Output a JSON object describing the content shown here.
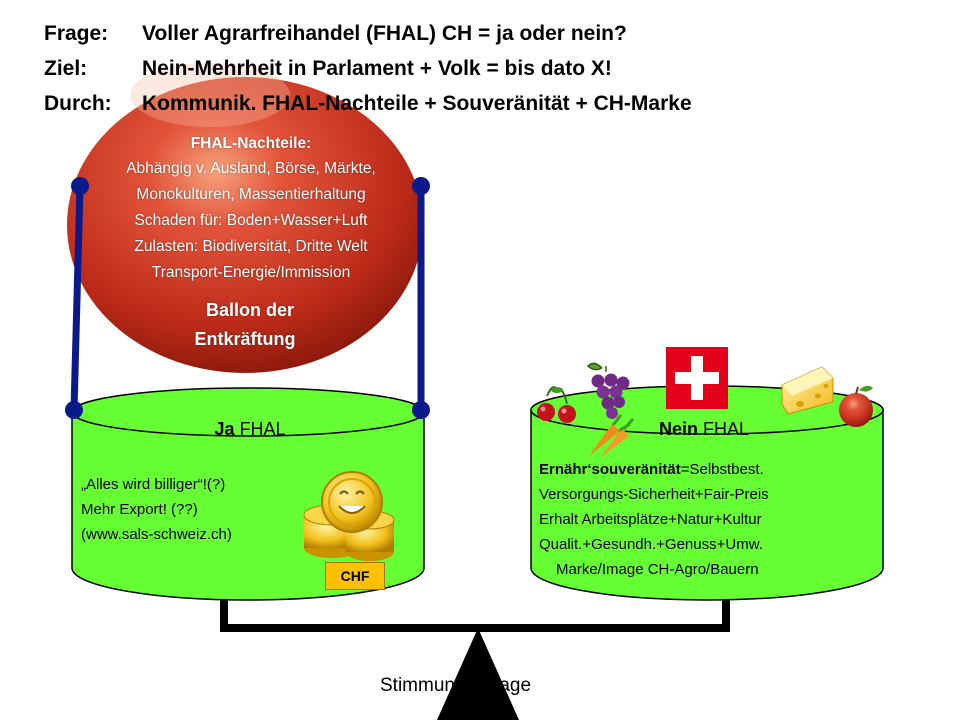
{
  "header": {
    "line1_key": "Frage:",
    "line1_text": "Voller Agrarfreihandel (FHAL) CH = ja oder nein?",
    "line2_key": "Ziel:",
    "line2_text": "Nein-Mehrheit in Parlament + Volk = bis dato X!",
    "line3_key": "Durch:",
    "line3_text": "Kommunik. FHAL-Nachteile + Souveränität + CH-Marke"
  },
  "balloon": {
    "heading": "FHAL-Nachteile:",
    "lines": [
      "Abhängig v. Ausland, Börse, Märkte,",
      "Monokulturen, Massentierhaltung",
      "Schaden für: Boden+Wasser+Luft",
      "Zulasten: Biodiversität, Dritte Welt",
      "Transport-Energie/Immission"
    ],
    "label_1": "Ballon der",
    "label_2": "Entkräftung"
  },
  "left_bowl": {
    "title_bold": "Ja",
    "title_rest": " FHAL",
    "lines": [
      "„Alles wird billiger“!(?)",
      "Mehr Export! (??)",
      "(www.sals-schweiz.ch)"
    ],
    "badge": "CHF"
  },
  "right_bowl": {
    "title_bold": "Nein",
    "title_rest": " FHAL",
    "line1_bold": "Ernähr‘souveränität",
    "line1_rest": "=Selbstbest.",
    "lines": [
      "Versorgungs-Sicherheit+Fair-Preis",
      "Erhalt Arbeitsplätze+Natur+Kultur",
      "Qualit.+Gesundh.+Genuss+Umw.",
      "Marke/Image CH-Agro/Bauern"
    ]
  },
  "scale_label": "Stimmungswaage",
  "icons": [
    "apple-balloon",
    "coins-smiley-icon",
    "swiss-flag-icon",
    "cherries-icon",
    "grapes-icon",
    "carrots-icon",
    "cheese-icon",
    "apple-icon"
  ],
  "colors": {
    "bowl_green": "#66ff33",
    "rope_blue": "#0a1a8a",
    "balloon_red": "#c8331f",
    "flag_red": "#e3001b",
    "badge_yellow": "#ffc000"
  }
}
